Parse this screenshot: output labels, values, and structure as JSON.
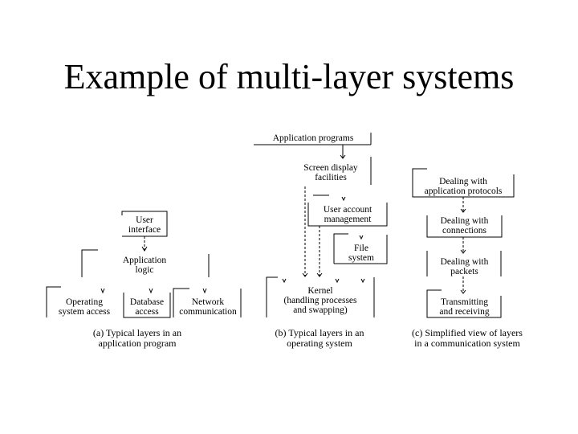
{
  "title": "Example of multi-layer systems",
  "diagram_a": {
    "user_interface": "User\ninterface",
    "application_logic": "Application\nlogic",
    "os_access": "Operating\nsystem access",
    "database_access": "Database\naccess",
    "network_communication": "Network\ncommunication",
    "caption": "(a) Typical layers in an\napplication program"
  },
  "diagram_b": {
    "application_programs": "Application programs",
    "screen_display": "Screen display\nfacilities",
    "user_account": "User account\nmanagement",
    "file_system": "File\nsystem",
    "kernel": "Kernel\n(handling processes\nand swapping)",
    "caption": "(b) Typical layers in an\noperating system"
  },
  "diagram_c": {
    "application_protocols": "Dealing with\napplication protocols",
    "connections": "Dealing with\nconnections",
    "packets": "Dealing with\npackets",
    "transmitting": "Transmitting\nand receiving",
    "caption": "(c) Simplified view of layers\nin a communication system"
  }
}
